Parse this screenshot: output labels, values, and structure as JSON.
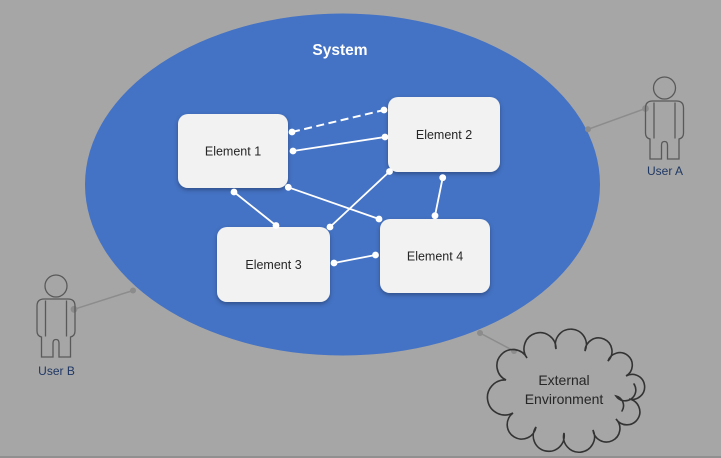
{
  "diagram": {
    "title": "System",
    "elements": [
      {
        "id": "element-1",
        "label": "Element 1"
      },
      {
        "id": "element-2",
        "label": "Element 2"
      },
      {
        "id": "element-3",
        "label": "Element 3"
      },
      {
        "id": "element-4",
        "label": "Element 4"
      }
    ],
    "actors": [
      {
        "id": "user-a",
        "label": "User A"
      },
      {
        "id": "user-b",
        "label": "User B"
      }
    ],
    "external_environment": {
      "label": "External Environment",
      "line1": "External",
      "line2": "Environment"
    },
    "connections": [
      {
        "from": "Element 1",
        "to": "Element 2",
        "style": "dashed"
      },
      {
        "from": "Element 1",
        "to": "Element 2",
        "style": "solid"
      },
      {
        "from": "Element 1",
        "to": "Element 3",
        "style": "solid"
      },
      {
        "from": "Element 1",
        "to": "Element 4",
        "style": "solid"
      },
      {
        "from": "Element 2",
        "to": "Element 3",
        "style": "solid"
      },
      {
        "from": "Element 2",
        "to": "Element 4",
        "style": "solid"
      },
      {
        "from": "Element 3",
        "to": "Element 4",
        "style": "solid"
      },
      {
        "from": "User A",
        "to": "System",
        "style": "external"
      },
      {
        "from": "User B",
        "to": "System",
        "style": "external"
      },
      {
        "from": "External Environment",
        "to": "System",
        "style": "external"
      }
    ],
    "colors": {
      "background": "#a6a6a6",
      "system_fill": "#4472c4",
      "element_fill": "#f2f2f2",
      "element_text": "#262626",
      "title_text": "#ffffff",
      "actor_label": "#1f3864",
      "actor_outline": "#595959",
      "internal_connector": "#ffffff",
      "external_connector": "#8c8c8c",
      "cloud_outline": "#333333"
    }
  }
}
